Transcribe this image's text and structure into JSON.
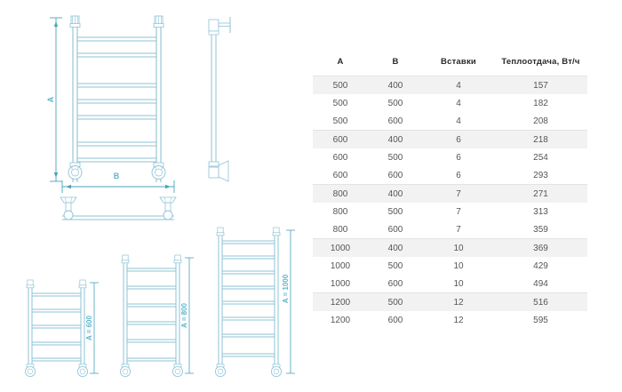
{
  "product": {
    "type": "ladder-towel-radiator-drawing",
    "line_color": "#8dc3d6",
    "dimension_color": "#4aa3bd",
    "label_color": "#5fb4cc"
  },
  "drawings": {
    "main_front": {
      "dim_height_label": "A",
      "dim_width_label": "B",
      "rungs": 7
    },
    "side_view": {
      "label": ""
    },
    "plan_view": {
      "label": ""
    },
    "variants": [
      {
        "label": "A = 600",
        "rungs": 5
      },
      {
        "label": "A = 800",
        "rungs": 6
      },
      {
        "label": "A = 1000",
        "rungs": 8
      }
    ]
  },
  "table": {
    "headers": [
      "A",
      "B",
      "Вставки",
      "Теплоотдача, Вт/ч"
    ],
    "rows": [
      [
        "500",
        "400",
        "4",
        "157"
      ],
      [
        "500",
        "500",
        "4",
        "182"
      ],
      [
        "500",
        "600",
        "4",
        "208"
      ],
      [
        "600",
        "400",
        "6",
        "218"
      ],
      [
        "600",
        "500",
        "6",
        "254"
      ],
      [
        "600",
        "600",
        "6",
        "293"
      ],
      [
        "800",
        "400",
        "7",
        "271"
      ],
      [
        "800",
        "500",
        "7",
        "313"
      ],
      [
        "800",
        "600",
        "7",
        "359"
      ],
      [
        "1000",
        "400",
        "10",
        "369"
      ],
      [
        "1000",
        "500",
        "10",
        "429"
      ],
      [
        "1000",
        "600",
        "10",
        "494"
      ],
      [
        "1200",
        "500",
        "12",
        "516"
      ],
      [
        "1200",
        "600",
        "12",
        "595"
      ]
    ]
  }
}
